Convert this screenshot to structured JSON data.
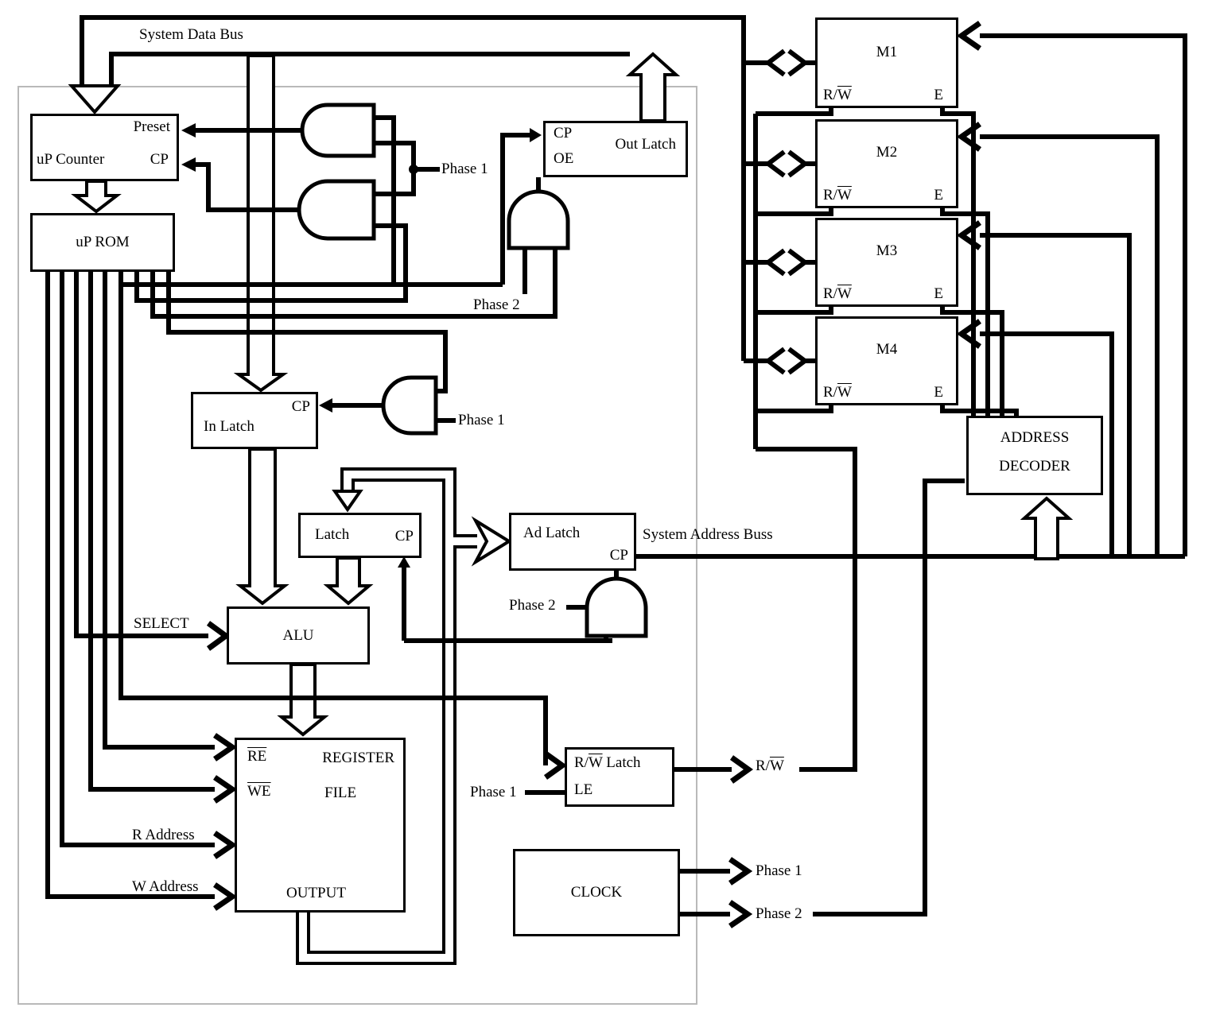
{
  "labels": {
    "system_data_bus": "System Data Bus",
    "phase1_gates": "Phase 1",
    "phase2_outgate": "Phase 2",
    "phase1_ingate": "Phase 1",
    "system_address_buss": "System Address Buss",
    "phase2_adgate": "Phase 2",
    "select": "SELECT",
    "r_address": "R Address",
    "w_address": "W Address",
    "phase1_le": "Phase 1",
    "rw_prefix": "R/",
    "rw_w": "W",
    "phase1_clk": "Phase 1",
    "phase2_clk": "Phase 2"
  },
  "boxes": {
    "up_counter": {
      "preset": "Preset",
      "title": "uP Counter",
      "cp": "CP"
    },
    "up_rom": {
      "title": "uP ROM"
    },
    "out_latch": {
      "cp": "CP",
      "oe": "OE",
      "title": "Out Latch"
    },
    "in_latch": {
      "title": "In Latch",
      "cp": "CP"
    },
    "latch": {
      "title": "Latch",
      "cp": "CP"
    },
    "ad_latch": {
      "title": "Ad Latch",
      "cp": "CP"
    },
    "alu": {
      "title": "ALU"
    },
    "register_file": {
      "re": "RE",
      "we": "WE",
      "name1": "REGISTER",
      "name2": "FILE",
      "output": "OUTPUT"
    },
    "rw_latch": {
      "title_prefix": "R/",
      "title_w": "W",
      "title_suffix": " Latch",
      "le": "LE"
    },
    "clock": {
      "title": "CLOCK"
    },
    "m1": {
      "title": "M1",
      "rw_prefix": "R/",
      "rw_w": "W",
      "e": "E"
    },
    "m2": {
      "title": "M2",
      "rw_prefix": "R/",
      "rw_w": "W",
      "e": "E"
    },
    "m3": {
      "title": "M3",
      "rw_prefix": "R/",
      "rw_w": "W",
      "e": "E"
    },
    "m4": {
      "title": "M4",
      "rw_prefix": "R/",
      "rw_w": "W",
      "e": "E"
    },
    "address_decoder": {
      "line1": "ADDRESS",
      "line2": "DECODER"
    }
  }
}
